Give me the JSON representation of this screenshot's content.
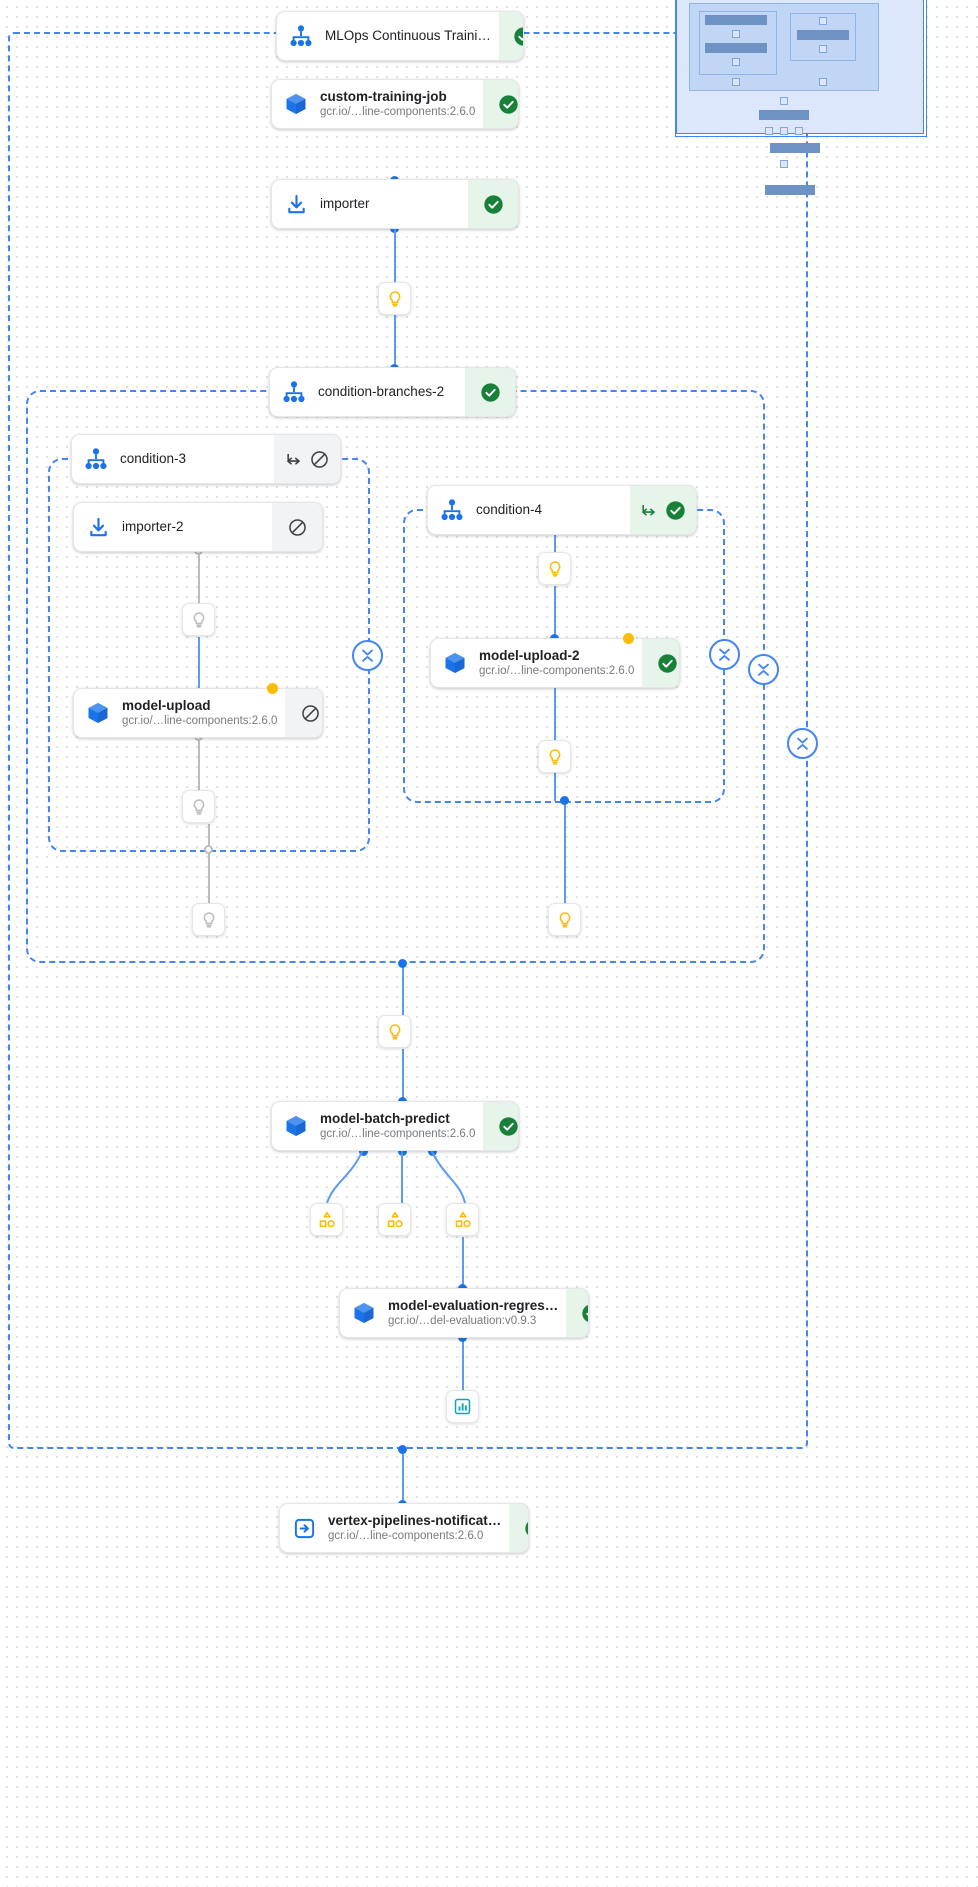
{
  "graph": {
    "title": "MLOps Continuous Training pipeline graph",
    "colors": {
      "accent": "#1a73e8",
      "edge": "#5b9bf3",
      "success_bg": "#e6f4ea",
      "success_fg": "#188038",
      "skipped_bg": "#f1f3f4",
      "skipped_fg": "#5f6368",
      "warning": "#fbbc04",
      "group_border": "#4285f4"
    },
    "nodes": [
      {
        "id": "root",
        "label": "MLOps Continuous Traini…",
        "sub": "",
        "icon": "pipeline-icon",
        "status": "succeeded"
      },
      {
        "id": "custom-training-job",
        "label": "custom-training-job",
        "sub": "gcr.io/…line-components:2.6.0",
        "icon": "container-icon",
        "status": "succeeded"
      },
      {
        "id": "importer",
        "label": "importer",
        "sub": "",
        "icon": "import-icon",
        "status": "succeeded"
      },
      {
        "id": "condition-branches-2",
        "label": "condition-branches-2",
        "sub": "",
        "icon": "pipeline-icon",
        "status": "succeeded"
      },
      {
        "id": "condition-3",
        "label": "condition-3",
        "sub": "",
        "icon": "pipeline-icon",
        "status": "skipped"
      },
      {
        "id": "importer-2",
        "label": "importer-2",
        "sub": "",
        "icon": "import-icon",
        "status": "skipped"
      },
      {
        "id": "model-upload",
        "label": "model-upload",
        "sub": "gcr.io/…line-components:2.6.0",
        "icon": "container-icon",
        "status": "skipped"
      },
      {
        "id": "condition-4",
        "label": "condition-4",
        "sub": "",
        "icon": "pipeline-icon",
        "status": "succeeded"
      },
      {
        "id": "model-upload-2",
        "label": "model-upload-2",
        "sub": "gcr.io/…line-components:2.6.0",
        "icon": "container-icon",
        "status": "succeeded"
      },
      {
        "id": "model-batch-predict",
        "label": "model-batch-predict",
        "sub": "gcr.io/…line-components:2.6.0",
        "icon": "container-icon",
        "status": "succeeded"
      },
      {
        "id": "model-evaluation-regression",
        "label": "model-evaluation-regres…",
        "sub": "gcr.io/…del-evaluation:v0.9.3",
        "icon": "container-icon",
        "status": "succeeded"
      },
      {
        "id": "vertex-pipelines-notification",
        "label": "vertex-pipelines-notificat…",
        "sub": "gcr.io/…line-components:2.6.0",
        "icon": "exit-icon",
        "status": "succeeded"
      }
    ],
    "artifact_nodes": [
      {
        "id": "param-1",
        "icon": "bulb-icon",
        "state": "active"
      },
      {
        "id": "param-2",
        "icon": "bulb-icon",
        "state": "active"
      },
      {
        "id": "param-3",
        "icon": "bulb-icon",
        "state": "skipped"
      },
      {
        "id": "param-4",
        "icon": "bulb-icon",
        "state": "skipped"
      },
      {
        "id": "param-5",
        "icon": "bulb-icon",
        "state": "skipped"
      },
      {
        "id": "param-6",
        "icon": "bulb-icon",
        "state": "active"
      },
      {
        "id": "param-7",
        "icon": "bulb-icon",
        "state": "active"
      },
      {
        "id": "param-8",
        "icon": "bulb-icon",
        "state": "active"
      },
      {
        "id": "param-9",
        "icon": "bulb-icon",
        "state": "active"
      },
      {
        "id": "artifact-1",
        "icon": "artifact-icon",
        "state": "active"
      },
      {
        "id": "artifact-2",
        "icon": "artifact-icon",
        "state": "active"
      },
      {
        "id": "artifact-3",
        "icon": "artifact-icon",
        "state": "active"
      },
      {
        "id": "metrics-1",
        "icon": "metrics-icon",
        "state": "active"
      }
    ],
    "collapse_buttons": [
      {
        "id": "collapse-condition-3"
      },
      {
        "id": "collapse-condition-4"
      },
      {
        "id": "collapse-branches"
      },
      {
        "id": "collapse-outer"
      }
    ],
    "status_labels": {
      "succeeded": "Succeeded",
      "skipped": "Skipped"
    },
    "minimap": {
      "label": "minimap"
    }
  }
}
